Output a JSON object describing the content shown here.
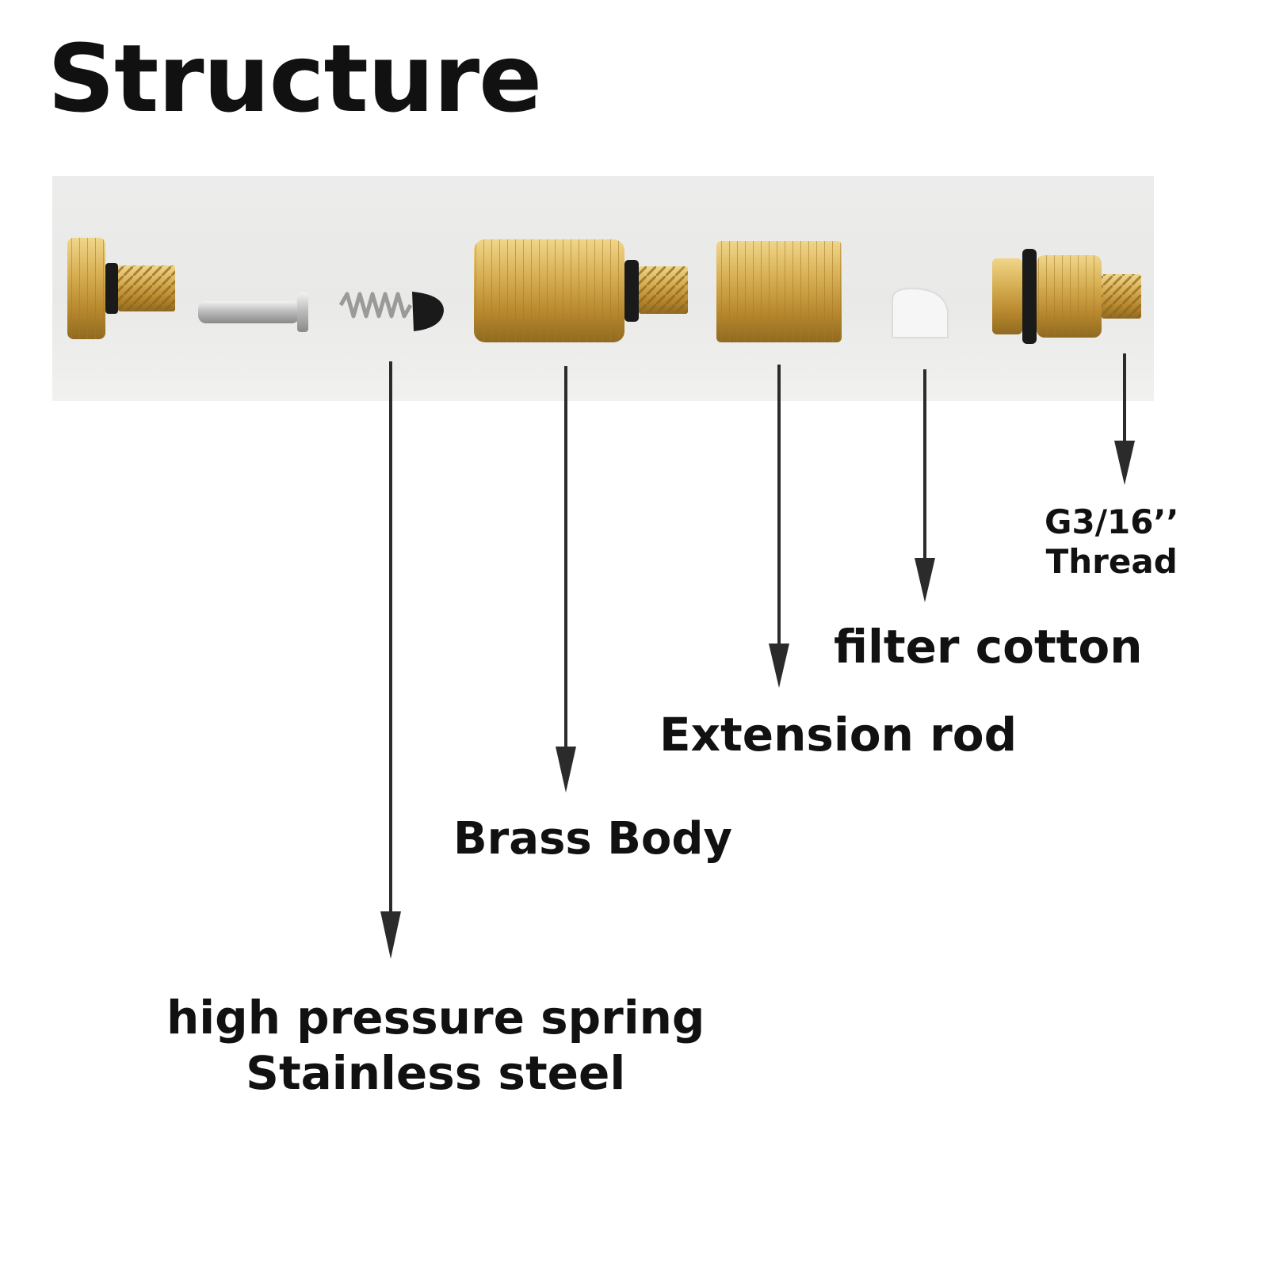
{
  "title": "Structure",
  "labels": {
    "thread_line1": "G3/16’’",
    "thread_line2": "Thread",
    "filter_cotton": "filter cotton",
    "extension_rod": "Extension rod",
    "brass_body": "Brass Body",
    "spring_line1": "high pressure spring",
    "spring_line2": "Stainless steel"
  },
  "colors": {
    "brass": "#c9a048",
    "brass_dark": "#9a7426",
    "steel": "#bdbdbd",
    "rubber": "#1a1a1a",
    "cotton": "#f4f4f4",
    "arrow": "#2b2b2b"
  }
}
